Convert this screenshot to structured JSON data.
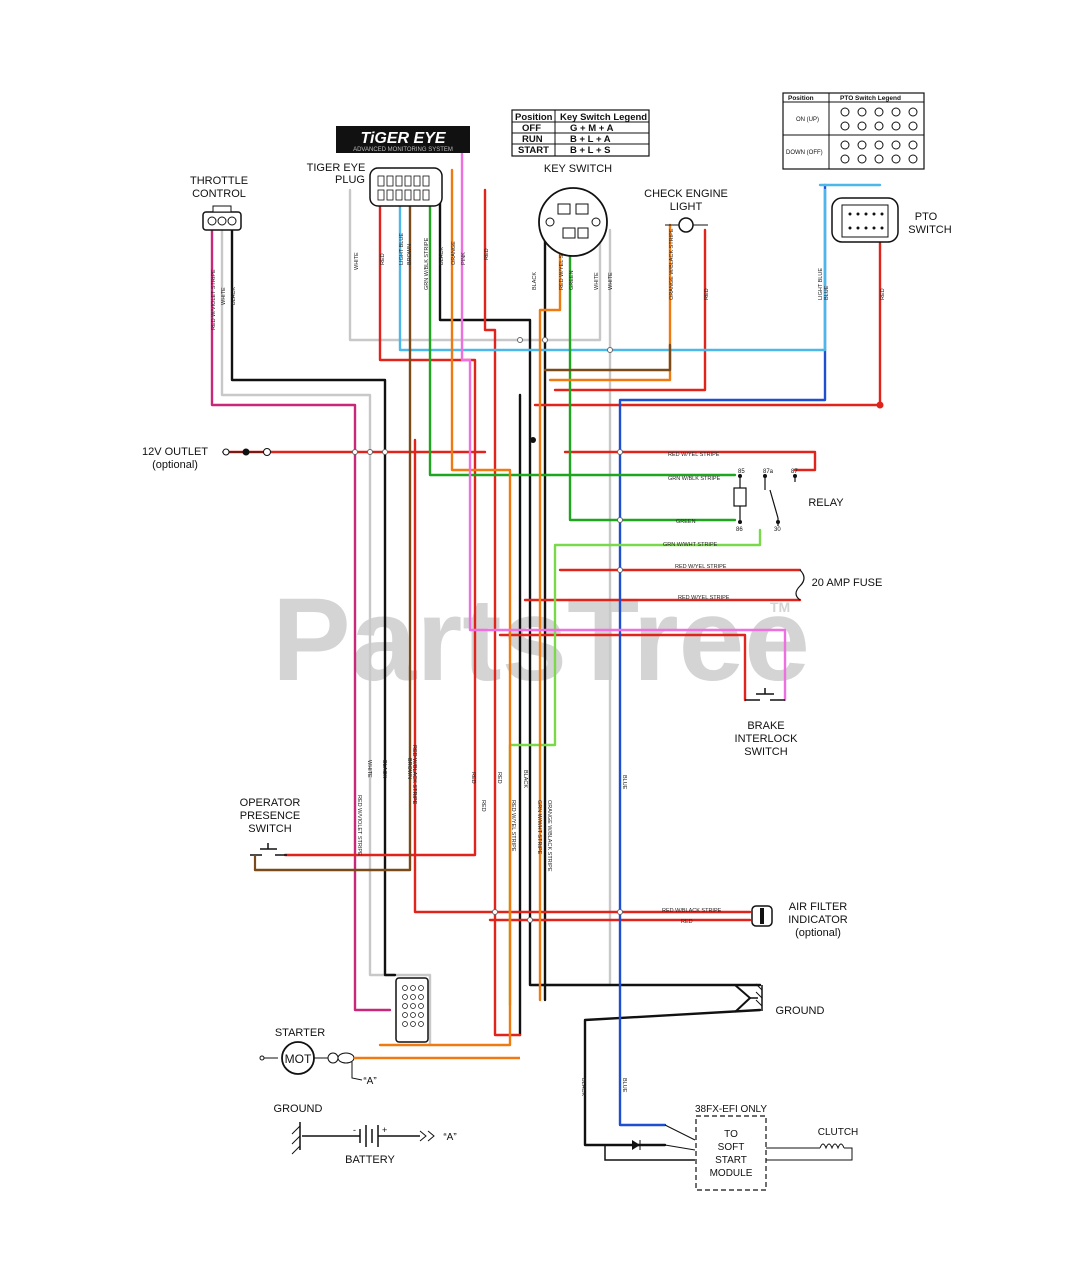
{
  "watermark": {
    "text": "PartsTree",
    "tm": "TM"
  },
  "logo": {
    "title": "TiGER EYE",
    "subtitle": "ADVANCED MONITORING SYSTEM"
  },
  "key_switch_legend": {
    "headers": [
      "Position",
      "Key Switch Legend"
    ],
    "rows": [
      [
        "OFF",
        "G + M + A"
      ],
      [
        "RUN",
        "B + L + A"
      ],
      [
        "START",
        "B + L + S"
      ]
    ]
  },
  "pto_switch_legend": {
    "headers": [
      "Position",
      "PTO Switch Legend"
    ],
    "rows": [
      [
        "ON (UP)"
      ],
      [
        "DOWN (OFF)"
      ]
    ]
  },
  "components": {
    "throttle_control": [
      "THROTTLE",
      "CONTROL"
    ],
    "tiger_eye_plug": [
      "TIGER EYE",
      "PLUG"
    ],
    "key_switch": "KEY SWITCH",
    "check_engine_light": [
      "CHECK ENGINE",
      "LIGHT"
    ],
    "pto_switch": [
      "PTO",
      "SWITCH"
    ],
    "outlet_12v": [
      "12V OUTLET",
      "(optional)"
    ],
    "relay": "RELAY",
    "relay_pins": [
      "85",
      "87a",
      "87",
      "86",
      "30"
    ],
    "fuse": "20 AMP FUSE",
    "brake_interlock": [
      "BRAKE",
      "INTERLOCK",
      "SWITCH"
    ],
    "operator_presence": [
      "OPERATOR",
      "PRESENCE",
      "SWITCH"
    ],
    "air_filter": [
      "AIR FILTER",
      "INDICATOR",
      "(optional)"
    ],
    "ground_right": "GROUND",
    "starter": "STARTER",
    "starter_motor": "MOT",
    "ground_left": "GROUND",
    "battery": "BATTERY",
    "battery_minus": "-",
    "battery_plus": "+",
    "connector_a": "“A”",
    "connector_a_starter": "“A”",
    "efi_only": "38FX-EFI ONLY",
    "soft_start": [
      "TO",
      "SOFT",
      "START",
      "MODULE"
    ],
    "clutch": "CLUTCH"
  },
  "wire_labels": {
    "white": "WHITE",
    "black": "BLACK",
    "red": "RED",
    "red_violet": "RED W/VIOLET STRIPE",
    "red_black": "RED W/BLACK STRIPE",
    "red_yel": "RED W/YEL STRIPE",
    "brown": "BROWN",
    "light_blue": "LIGHT BLUE",
    "grn_blk": "GRN W/BLK STRIPE",
    "grn_wht": "GRN W/WHT STRIPE",
    "green": "GREEN",
    "orange": "ORANGE",
    "orange_blk": "ORANGE W/BLACK STRIPE",
    "pink": "PINK",
    "blue": "BLUE"
  },
  "colors": {
    "red": "#e0241b",
    "black": "#111111",
    "white_wire": "#c8c8c8",
    "blue": "#1f4fd1",
    "light_blue": "#4cb8ea",
    "green": "#1fa61f",
    "lime": "#7ad94a",
    "orange": "#f07a12",
    "brown": "#7a4a1a",
    "pink": "#ee6fe0",
    "magenta": "#c8287a"
  }
}
